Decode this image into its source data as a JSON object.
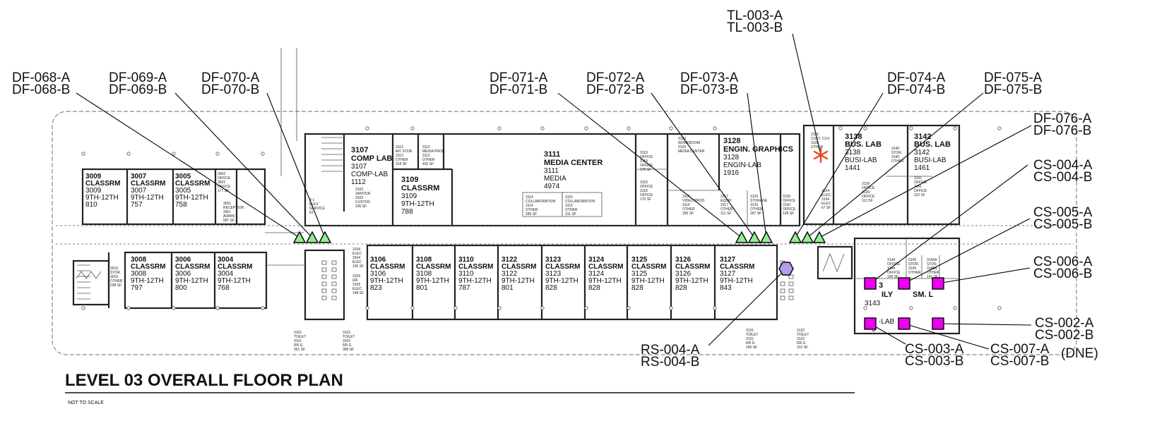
{
  "title": "LEVEL 03 OVERALL FLOOR PLAN",
  "scale_note": "NOT TO SCALE",
  "colors": {
    "triangle": "#90ee90",
    "square": "#ee00ee",
    "hexagon": "#b49cf0",
    "asterisk": "#e8451e"
  },
  "marker_labels": {
    "df068": [
      "DF-068-A",
      "DF-068-B"
    ],
    "df069": [
      "DF-069-A",
      "DF-069-B"
    ],
    "df070": [
      "DF-070-A",
      "DF-070-B"
    ],
    "df071": [
      "DF-071-A",
      "DF-071-B"
    ],
    "df072": [
      "DF-072-A",
      "DF-072-B"
    ],
    "df073": [
      "DF-073-A",
      "DF-073-B"
    ],
    "df074": [
      "DF-074-A",
      "DF-074-B"
    ],
    "df075": [
      "DF-075-A",
      "DF-075-B"
    ],
    "df076": [
      "DF-076-A",
      "DF-076-B"
    ],
    "tl003": [
      "TL-003-A",
      "TL-003-B"
    ],
    "cs004": [
      "CS-004-A",
      "CS-004-B"
    ],
    "cs005": [
      "CS-005-A",
      "CS-005-B"
    ],
    "cs006": [
      "CS-006-A",
      "CS-006-B"
    ],
    "cs002": [
      "CS-002-A",
      "CS-002-B"
    ],
    "cs003": [
      "CS-003-A",
      "CS-003-B"
    ],
    "cs007": [
      "CS-007-A",
      "CS-007-B"
    ],
    "cs007_note": "(DNE)",
    "rs004": [
      "RS-004-A",
      "RS-004-B"
    ]
  },
  "rooms_north_west": [
    {
      "name": "3009",
      "type": "CLASSRM",
      "num": "3009",
      "use": "9TH-12TH",
      "area": "810"
    },
    {
      "name": "3007",
      "type": "CLASSRM",
      "num": "3007",
      "use": "9TH-12TH",
      "area": "757"
    },
    {
      "name": "3005",
      "type": "CLASSRM",
      "num": "3005",
      "use": "9TH-12TH",
      "area": "758"
    }
  ],
  "rooms_south_west": [
    {
      "name": "3008",
      "type": "CLASSRM",
      "num": "3008",
      "use": "9TH-12TH",
      "area": "797"
    },
    {
      "name": "3006",
      "type": "CLASSRM",
      "num": "3006",
      "use": "9TH-12TH",
      "area": "800"
    },
    {
      "name": "3004",
      "type": "CLASSRM",
      "num": "3004",
      "use": "9TH-12TH",
      "area": "768"
    }
  ],
  "rooms_south_center": [
    {
      "name": "3106",
      "type": "CLASSRM",
      "num": "3106",
      "use": "9TH-12TH",
      "area": "823"
    },
    {
      "name": "3108",
      "type": "CLASSRM",
      "num": "3108",
      "use": "9TH-12TH",
      "area": "801"
    },
    {
      "name": "3110",
      "type": "CLASSRM",
      "num": "3110",
      "use": "9TH-12TH",
      "area": "787"
    },
    {
      "name": "3122",
      "type": "CLASSRM",
      "num": "3122",
      "use": "9TH-12TH",
      "area": "801"
    },
    {
      "name": "3123",
      "type": "CLASSRM",
      "num": "3123",
      "use": "9TH-12TH",
      "area": "828"
    },
    {
      "name": "3124",
      "type": "CLASSRM",
      "num": "3124",
      "use": "9TH-12TH",
      "area": "828"
    },
    {
      "name": "3125",
      "type": "CLASSRM",
      "num": "3125",
      "use": "9TH-12TH",
      "area": "828"
    },
    {
      "name": "3126",
      "type": "CLASSRM",
      "num": "3126",
      "use": "9TH-12TH",
      "area": "828"
    },
    {
      "name": "3127",
      "type": "CLASSRM",
      "num": "3127",
      "use": "9TH-12TH",
      "area": "843"
    }
  ],
  "comp_lab": {
    "name": "3107",
    "type": "COMP LAB",
    "num": "3107",
    "use": "COMP-LAB",
    "area": "1112"
  },
  "classrm_3109": {
    "name": "3109",
    "type": "CLASSRM",
    "num": "3109",
    "use": "9TH-12TH",
    "area": "788"
  },
  "media_center": {
    "name": "3111",
    "type": "MEDIA CENTER",
    "num": "3111",
    "use": "MEDIA",
    "area": "4974"
  },
  "engin_graphics": {
    "name": "3128",
    "type": "ENGIN. GRAPHICS",
    "num": "3128",
    "use": "ENGIN-LAB",
    "area": "1916"
  },
  "bus_lab_3138": {
    "name": "3138",
    "type": "BUS. LAB",
    "num": "3138",
    "use": "BUSI-LAB",
    "area": "1441"
  },
  "bus_lab_3142": {
    "name": "3142",
    "type": "BUS. LAB",
    "num": "3142",
    "use": "BUSI-LAB",
    "area": "1461"
  },
  "family_room": {
    "num": "3143",
    "label": "ILY",
    "label2": "SM. L",
    "use": "-LAB",
    "partial": "3",
    "partial2": "3"
  },
  "small_rooms": {
    "r3002": [
      "3002",
      "OFFICE",
      "3002",
      "OFFICE",
      "177 SF"
    ],
    "r3001": [
      "3001",
      "RECEPTION",
      "3001",
      "ADMIN",
      "587 SF"
    ],
    "r3113": [
      "3113",
      "A/V STOR.",
      "3113",
      "OTHER",
      "314 SF"
    ],
    "r3112": [
      "3112",
      "MEDIA PROD.",
      "3112",
      "OTHER",
      "430 SF"
    ],
    "r3103": [
      "3103",
      "JANITOR",
      "3103",
      "CUSTOD",
      "106 SF"
    ],
    "r3114": [
      "3114",
      "COLLABORATION",
      "3114",
      "OTHER",
      "285 SF"
    ],
    "r3115": [
      "3115",
      "COLLABORATION",
      "3115",
      "OTHER",
      "311 SF"
    ],
    "r3119": [
      "3119",
      "OFFICE",
      "3119",
      "OFFICE",
      "170 SF"
    ],
    "r3118": [
      "3118",
      "OFFICE",
      "3118",
      "OFFICE",
      "170 SF"
    ],
    "r3120": [
      "3120",
      "WORKROOM",
      "3120",
      "MEDIA CENTER",
      ""
    ],
    "r3116": [
      "3116",
      "VIDEO PROD.",
      "3116",
      "OTHER",
      "295 SF"
    ],
    "r3117": [
      "3117",
      "EQUIP.",
      "3117",
      "OTHER",
      "111 SF"
    ],
    "r3129": [
      "3129",
      "STORAGE",
      "3129",
      "OTHER",
      "187 SF"
    ],
    "r3130": [
      "3130",
      "OFFICE",
      "3130",
      "OFFICE",
      "128 SF"
    ],
    "r3135": [
      "3135",
      "CUST. CLN.",
      "3135",
      "OTHER",
      ""
    ],
    "r3134": [
      "3134",
      "ELEC.",
      "3134",
      "ELEC",
      "67 SF"
    ],
    "r3139": [
      "3139",
      "OFFICE",
      "3139",
      "OFFICE",
      "113 SF"
    ],
    "r3140": [
      "3140",
      "STOR.",
      "3140",
      "OTHER",
      ""
    ],
    "r3141": [
      "3141",
      "OFFICE",
      "3141",
      "OFFICE",
      "110 SF"
    ],
    "r3144": [
      "3144",
      "OFFICE",
      "3144",
      "OFFICE",
      "106 SF"
    ],
    "r3145": [
      "3145",
      "STOR.",
      "3145",
      "OTHER",
      ""
    ],
    "r3145a": [
      "3145A",
      "STOR.",
      "3145A",
      "OTHER",
      "141 SF"
    ],
    "r3010": [
      "3010",
      "STOR.",
      "3010",
      "OTHER",
      "298 SF"
    ],
    "r3104": [
      "3104",
      "ELEC.",
      "3104",
      "ELEC",
      "155 SF"
    ],
    "r3105": [
      "3105",
      "IDF",
      "3105",
      "ELEC",
      "148 SF"
    ],
    "r3101": [
      "3101",
      "TOILET",
      "3101",
      "RR G",
      "351 SF"
    ],
    "r3102": [
      "3102",
      "TOILET",
      "3102",
      "RR G",
      "368 SF"
    ],
    "r3131": [
      "3131",
      "TOILET",
      "3131",
      "RR G",
      "296 SF"
    ],
    "r3132": [
      "3132",
      "TOILET",
      "3132",
      "RR G",
      "312 SF"
    ],
    "elev": [
      "3-1",
      "ELEV",
      "SERVICE",
      "63"
    ]
  }
}
